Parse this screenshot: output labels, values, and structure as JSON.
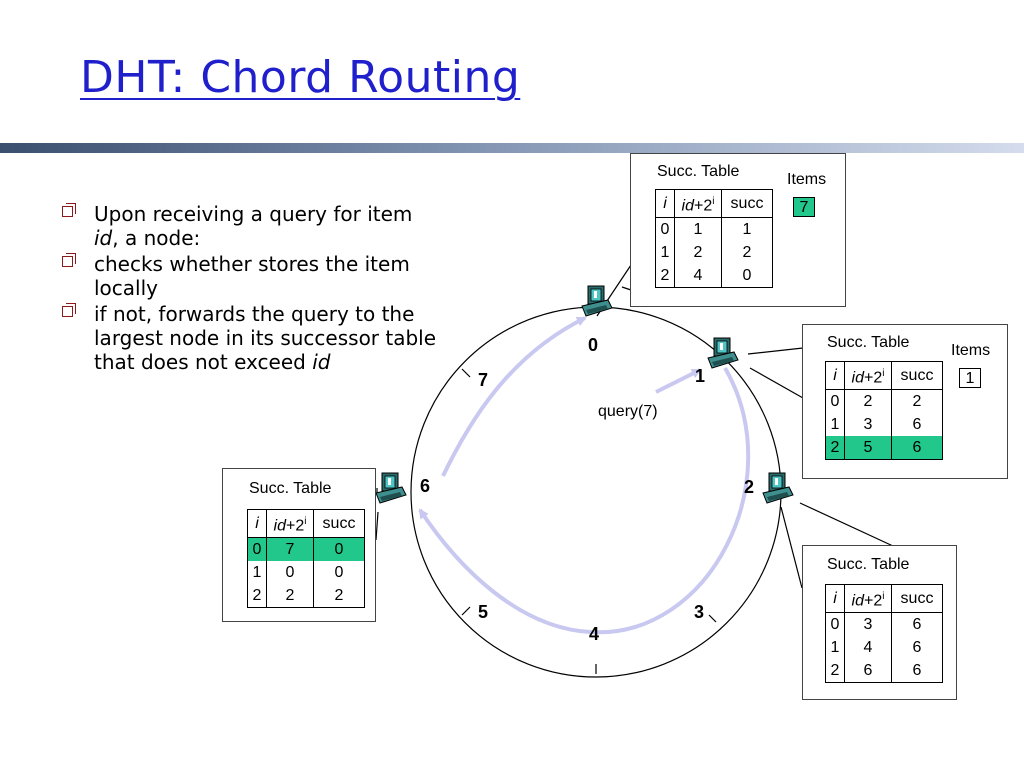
{
  "title": "DHT: Chord Routing",
  "bullets": [
    {
      "parts": [
        "Upon receiving a query for item ",
        "id",
        ", a node:"
      ]
    },
    {
      "parts": [
        " checks whether stores the item locally"
      ]
    },
    {
      "parts": [
        " if not, forwards the query to the largest node in its successor table that does not exceed ",
        "id",
        ""
      ]
    }
  ],
  "ring_labels": {
    "n0": "0",
    "n1": "1",
    "n2": "2",
    "n3": "3",
    "n4": "4",
    "n5": "5",
    "n6": "6",
    "n7": "7"
  },
  "query_label": "query(7)",
  "tables": {
    "node0": {
      "caption": "Succ. Table",
      "items_label": "Items",
      "items": "7",
      "header": {
        "i": "i",
        "id": "id",
        "plus": "+2",
        "sup": "i",
        "succ": "succ"
      },
      "rows": [
        [
          "0",
          "1",
          "1"
        ],
        [
          "1",
          "2",
          "2"
        ],
        [
          "2",
          "4",
          "0"
        ]
      ]
    },
    "node1": {
      "caption": "Succ. Table",
      "items_label": "Items",
      "items": "1",
      "header": {
        "i": "i",
        "id": "id",
        "plus": "+2",
        "sup": "i",
        "succ": "succ"
      },
      "rows": [
        [
          "0",
          "2",
          "2"
        ],
        [
          "1",
          "3",
          "6"
        ],
        [
          "2",
          "5",
          "6"
        ]
      ]
    },
    "node6": {
      "caption": "Succ. Table",
      "header": {
        "i": "i",
        "id": "id",
        "plus": "+2",
        "sup": "i",
        "succ": "succ"
      },
      "rows": [
        [
          "0",
          "7",
          "0"
        ],
        [
          "1",
          "0",
          "0"
        ],
        [
          "2",
          "2",
          "2"
        ]
      ]
    },
    "node2": {
      "caption": "Succ. Table",
      "header": {
        "i": "i",
        "id": "id",
        "plus": "+2",
        "sup": "i",
        "succ": "succ"
      },
      "rows": [
        [
          "0",
          "3",
          "6"
        ],
        [
          "1",
          "4",
          "6"
        ],
        [
          "2",
          "6",
          "6"
        ]
      ]
    }
  },
  "colors": {
    "title": "#1f1fcc",
    "highlight": "#22c78c",
    "arrow": "#c8c8f0"
  },
  "icons": [
    "computer-icon"
  ]
}
